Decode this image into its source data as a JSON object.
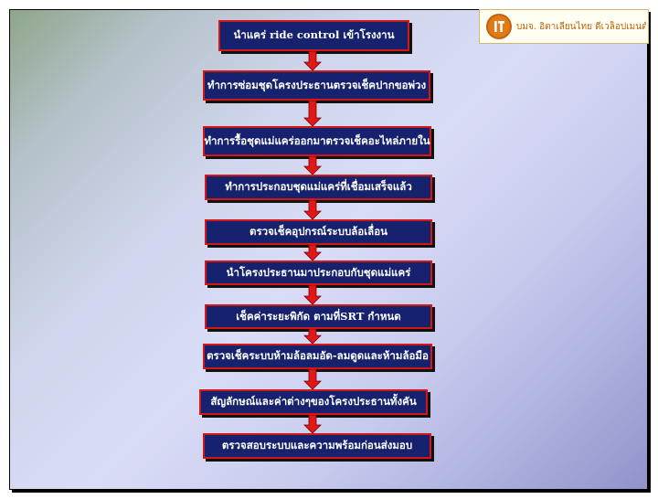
{
  "logo": {
    "mark_icon": "it-circle-logo-icon",
    "text": "บมจ. อิตาเลียนไทย ดีเวล็อปเมนต์",
    "color": "#e07a16"
  },
  "flow": {
    "box_fill": "#16226e",
    "box_border": "#d21717",
    "arrow_color": "#e01818",
    "steps": [
      "นำแคร่ ride control เข้าโรงงาน",
      "ทำการซ่อมชุดโครงประธานตรวจเช็คปากขอพ่วง",
      "ทำการรื้อชุดแม่แคร่ออกมาตรวจเช็คอะไหล่ภายใน",
      "ทำการประกอบชุดแม่แคร่ที่เชื่อมเสร็จแล้ว",
      "ตรวจเช็คอุปกรณ์ระบบล้อเลื่อน",
      "นำโครงประธานมาประกอบกับชุดแม่แคร่",
      "เช็คค่าระยะพิกัด ตามที่SRT กำหนด",
      "ตรวจเช็คระบบห้ามล้อลมอัด-ลมดูดและห้ามล้อมือ",
      "สัญลักษณ์และค่าต่างๆของโครงประธานทั้งคัน",
      "ตรวจสอบระบบและความพร้อมก่อนส่งมอบ"
    ]
  }
}
